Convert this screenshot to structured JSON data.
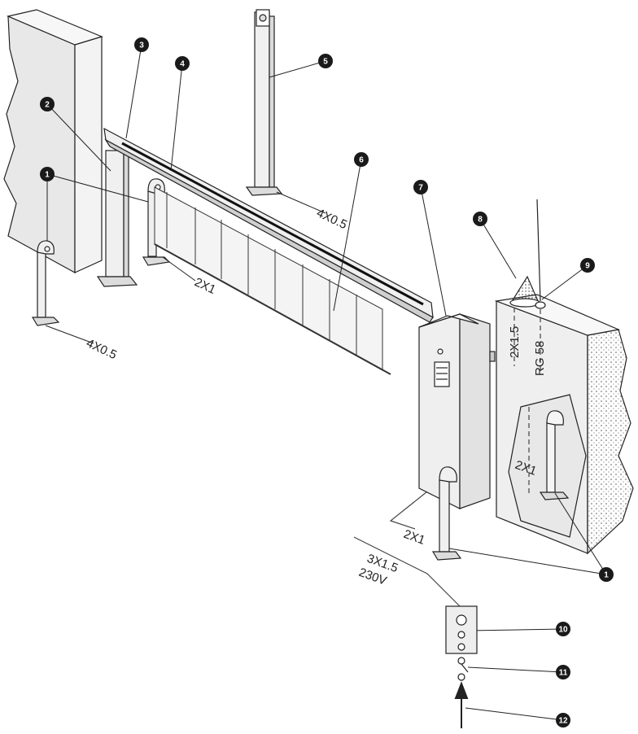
{
  "callouts": [
    {
      "id": "c1a",
      "num": "1"
    },
    {
      "id": "c1b",
      "num": "1"
    },
    {
      "id": "c2",
      "num": "2"
    },
    {
      "id": "c3",
      "num": "3"
    },
    {
      "id": "c4",
      "num": "4"
    },
    {
      "id": "c5",
      "num": "5"
    },
    {
      "id": "c6",
      "num": "6"
    },
    {
      "id": "c7",
      "num": "7"
    },
    {
      "id": "c8",
      "num": "8"
    },
    {
      "id": "c9",
      "num": "9"
    },
    {
      "id": "c10",
      "num": "10"
    },
    {
      "id": "c11",
      "num": "11"
    },
    {
      "id": "c12",
      "num": "12"
    }
  ],
  "cable_labels": {
    "left_post": "4X0.5",
    "fence_support": "2X1",
    "photocell_column": "4X0.5",
    "flashing_light": "2X1.5",
    "antenna": "RG 58",
    "wall_post": "2X1",
    "barrier_post": "2X1",
    "mains_section": "3X1.5",
    "mains_voltage": "230V"
  },
  "colors": {
    "line": "#222222",
    "panel": "#e8e8e8",
    "callout_fill": "#1a1a1a"
  }
}
